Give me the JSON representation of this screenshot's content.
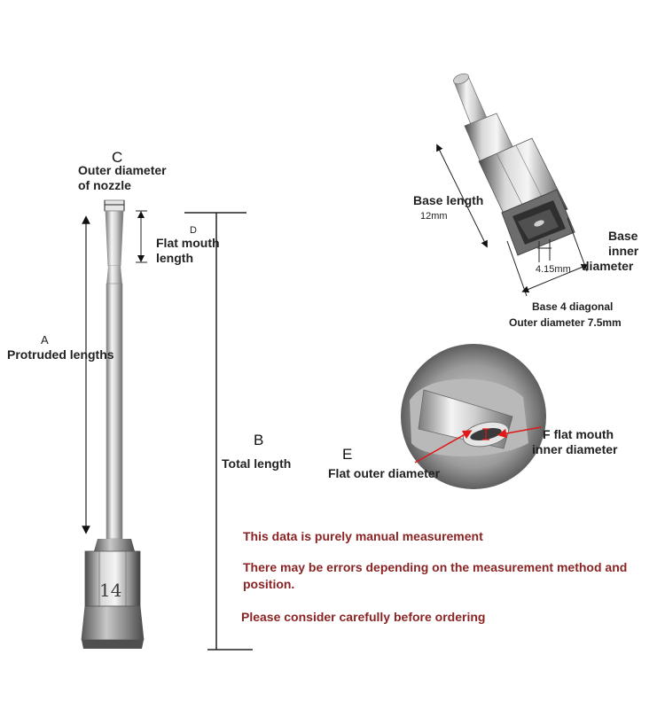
{
  "labels": {
    "c_letter": "C",
    "outer_nozzle_1": "Outer diameter",
    "outer_nozzle_2": "of nozzle",
    "d_letter": "D",
    "flat_mouth_1": "Flat mouth",
    "flat_mouth_2": "length",
    "a_letter": "A",
    "protruded": "Protruded lengths",
    "b_letter": "B",
    "total_length": "Total length",
    "gauge": "14",
    "base_length": "Base length",
    "base_length_value": "12mm",
    "base_inner_1": "Base",
    "base_inner_2": "inner",
    "base_inner_3": "diameter",
    "inner_value": "4.15mm",
    "base_diag_1": "Base 4 diagonal",
    "base_diag_2": "Outer diameter 7.5mm",
    "e_letter": "E",
    "flat_outer": "Flat outer diameter",
    "f_flat_1": "F flat mouth",
    "f_flat_2": "inner diameter"
  },
  "notes": {
    "line1": "This data is purely manual measurement",
    "line2": "There may be errors depending on the measurement method and position.",
    "line3": "Please consider carefully before ordering"
  },
  "colors": {
    "note_text": "#8a2424",
    "arrow_red": "#e01818",
    "metal_light": "#e8e8e8",
    "metal_dark": "#6a6a6a"
  }
}
